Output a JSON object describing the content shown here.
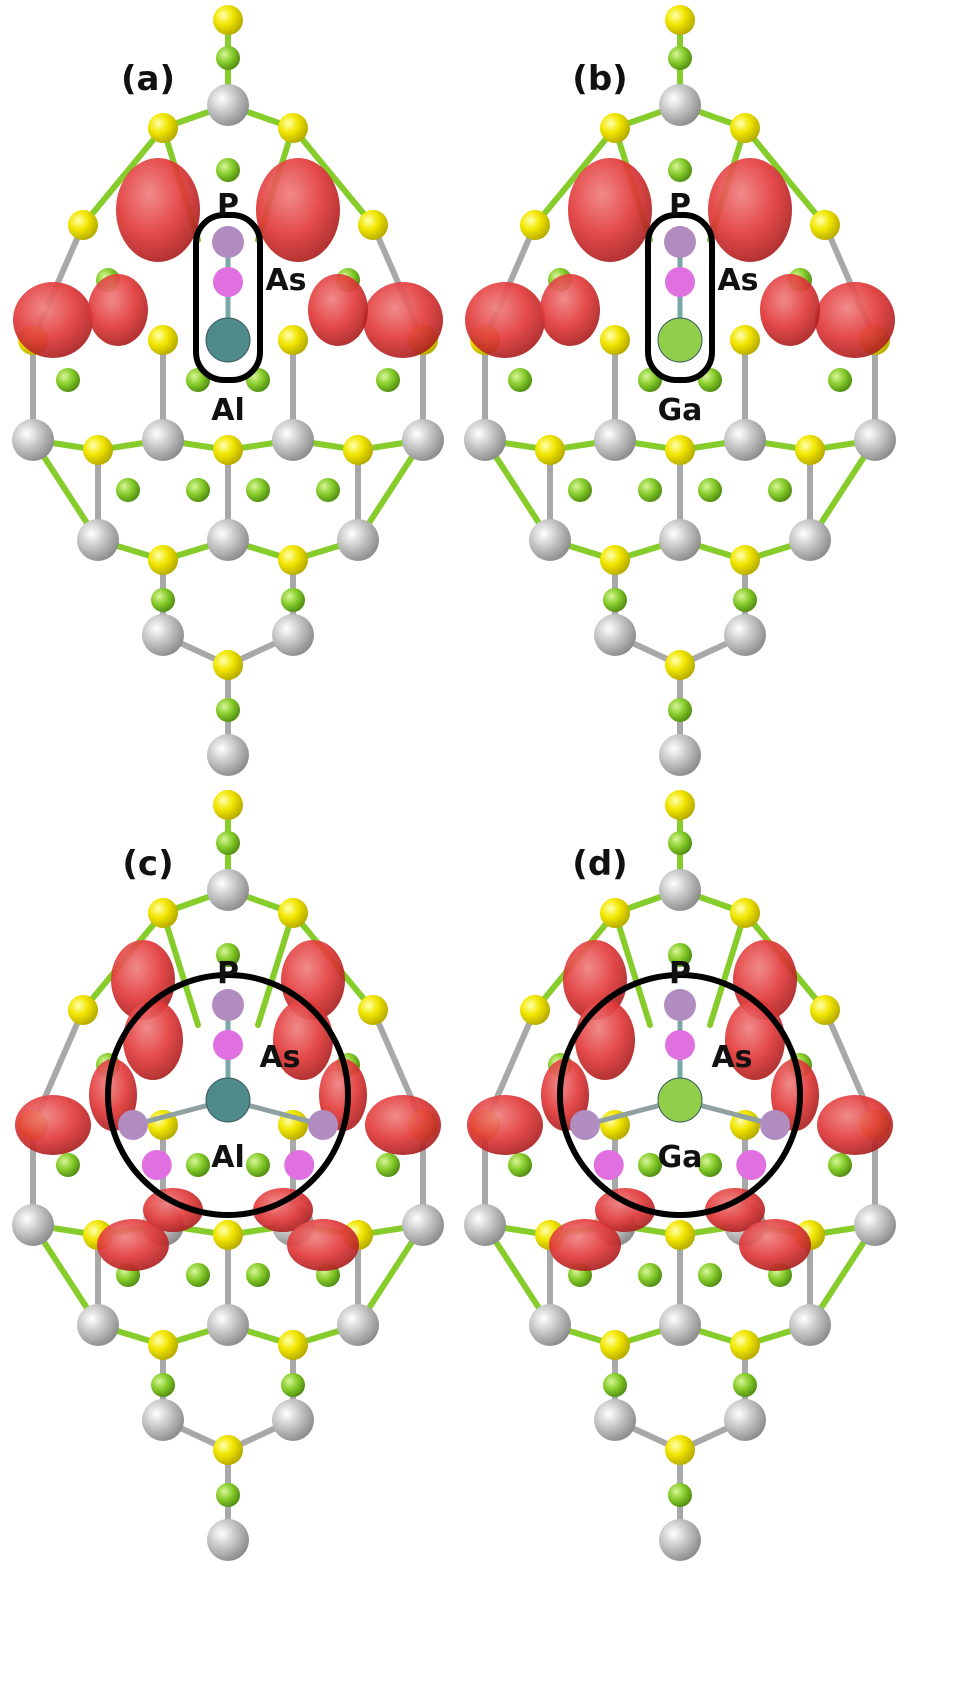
{
  "panels": [
    {
      "label": "(a)",
      "top_atom": "P",
      "mid_atom": "As",
      "dopant": "Al",
      "dopant_color": "#4f8a8b",
      "highlight": "capsule",
      "top_atom_color": "#b08cc0",
      "mid_atom_color": "#e070e0"
    },
    {
      "label": "(b)",
      "top_atom": "P",
      "mid_atom": "As",
      "dopant": "Ga",
      "dopant_color": "#8fcf4a",
      "highlight": "capsule",
      "top_atom_color": "#b08cc0",
      "mid_atom_color": "#e070e0"
    },
    {
      "label": "(c)",
      "top_atom": "P",
      "mid_atom": "As",
      "dopant": "Al",
      "dopant_color": "#4f8a8b",
      "highlight": "circle",
      "top_atom_color": "#b08cc0",
      "mid_atom_color": "#e070e0"
    },
    {
      "label": "(d)",
      "top_atom": "P",
      "mid_atom": "As",
      "dopant": "Ga",
      "dopant_color": "#8fcf4a",
      "highlight": "circle",
      "top_atom_color": "#b08cc0",
      "mid_atom_color": "#e070e0"
    }
  ],
  "colors": {
    "si_atom": "#b9b9b9",
    "s_atom": "#f2e600",
    "bond_green": "#86cc2a",
    "density_lobe": "#e23a3a",
    "highlight_outline": "#000000"
  }
}
